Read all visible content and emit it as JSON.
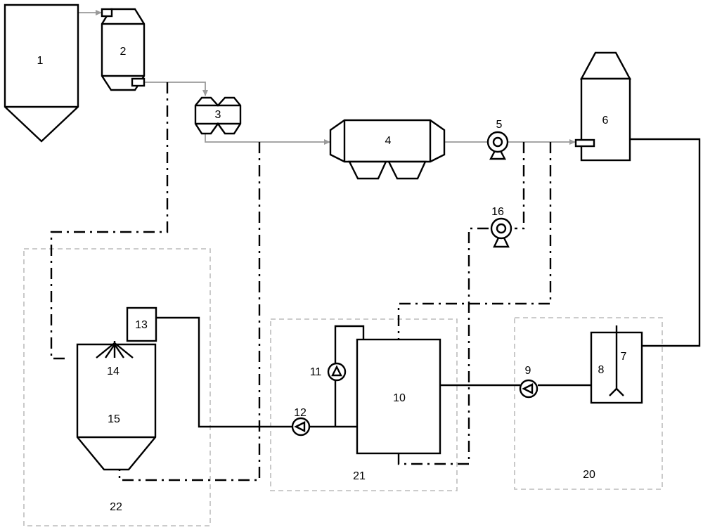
{
  "labels": {
    "n1": "1",
    "n2": "2",
    "n3": "3",
    "n4": "4",
    "n5": "5",
    "n6": "6",
    "n7": "7",
    "n8": "8",
    "n9": "9",
    "n10": "10",
    "n11": "11",
    "n12": "12",
    "n13": "13",
    "n14": "14",
    "n15": "15",
    "n16": "16",
    "n20": "20",
    "n21": "21",
    "n22": "22"
  },
  "colors": {
    "gas_flow_line": "#9a9a9a",
    "liquid_line": "#000000",
    "system_boundary": "#bcbcbc"
  }
}
